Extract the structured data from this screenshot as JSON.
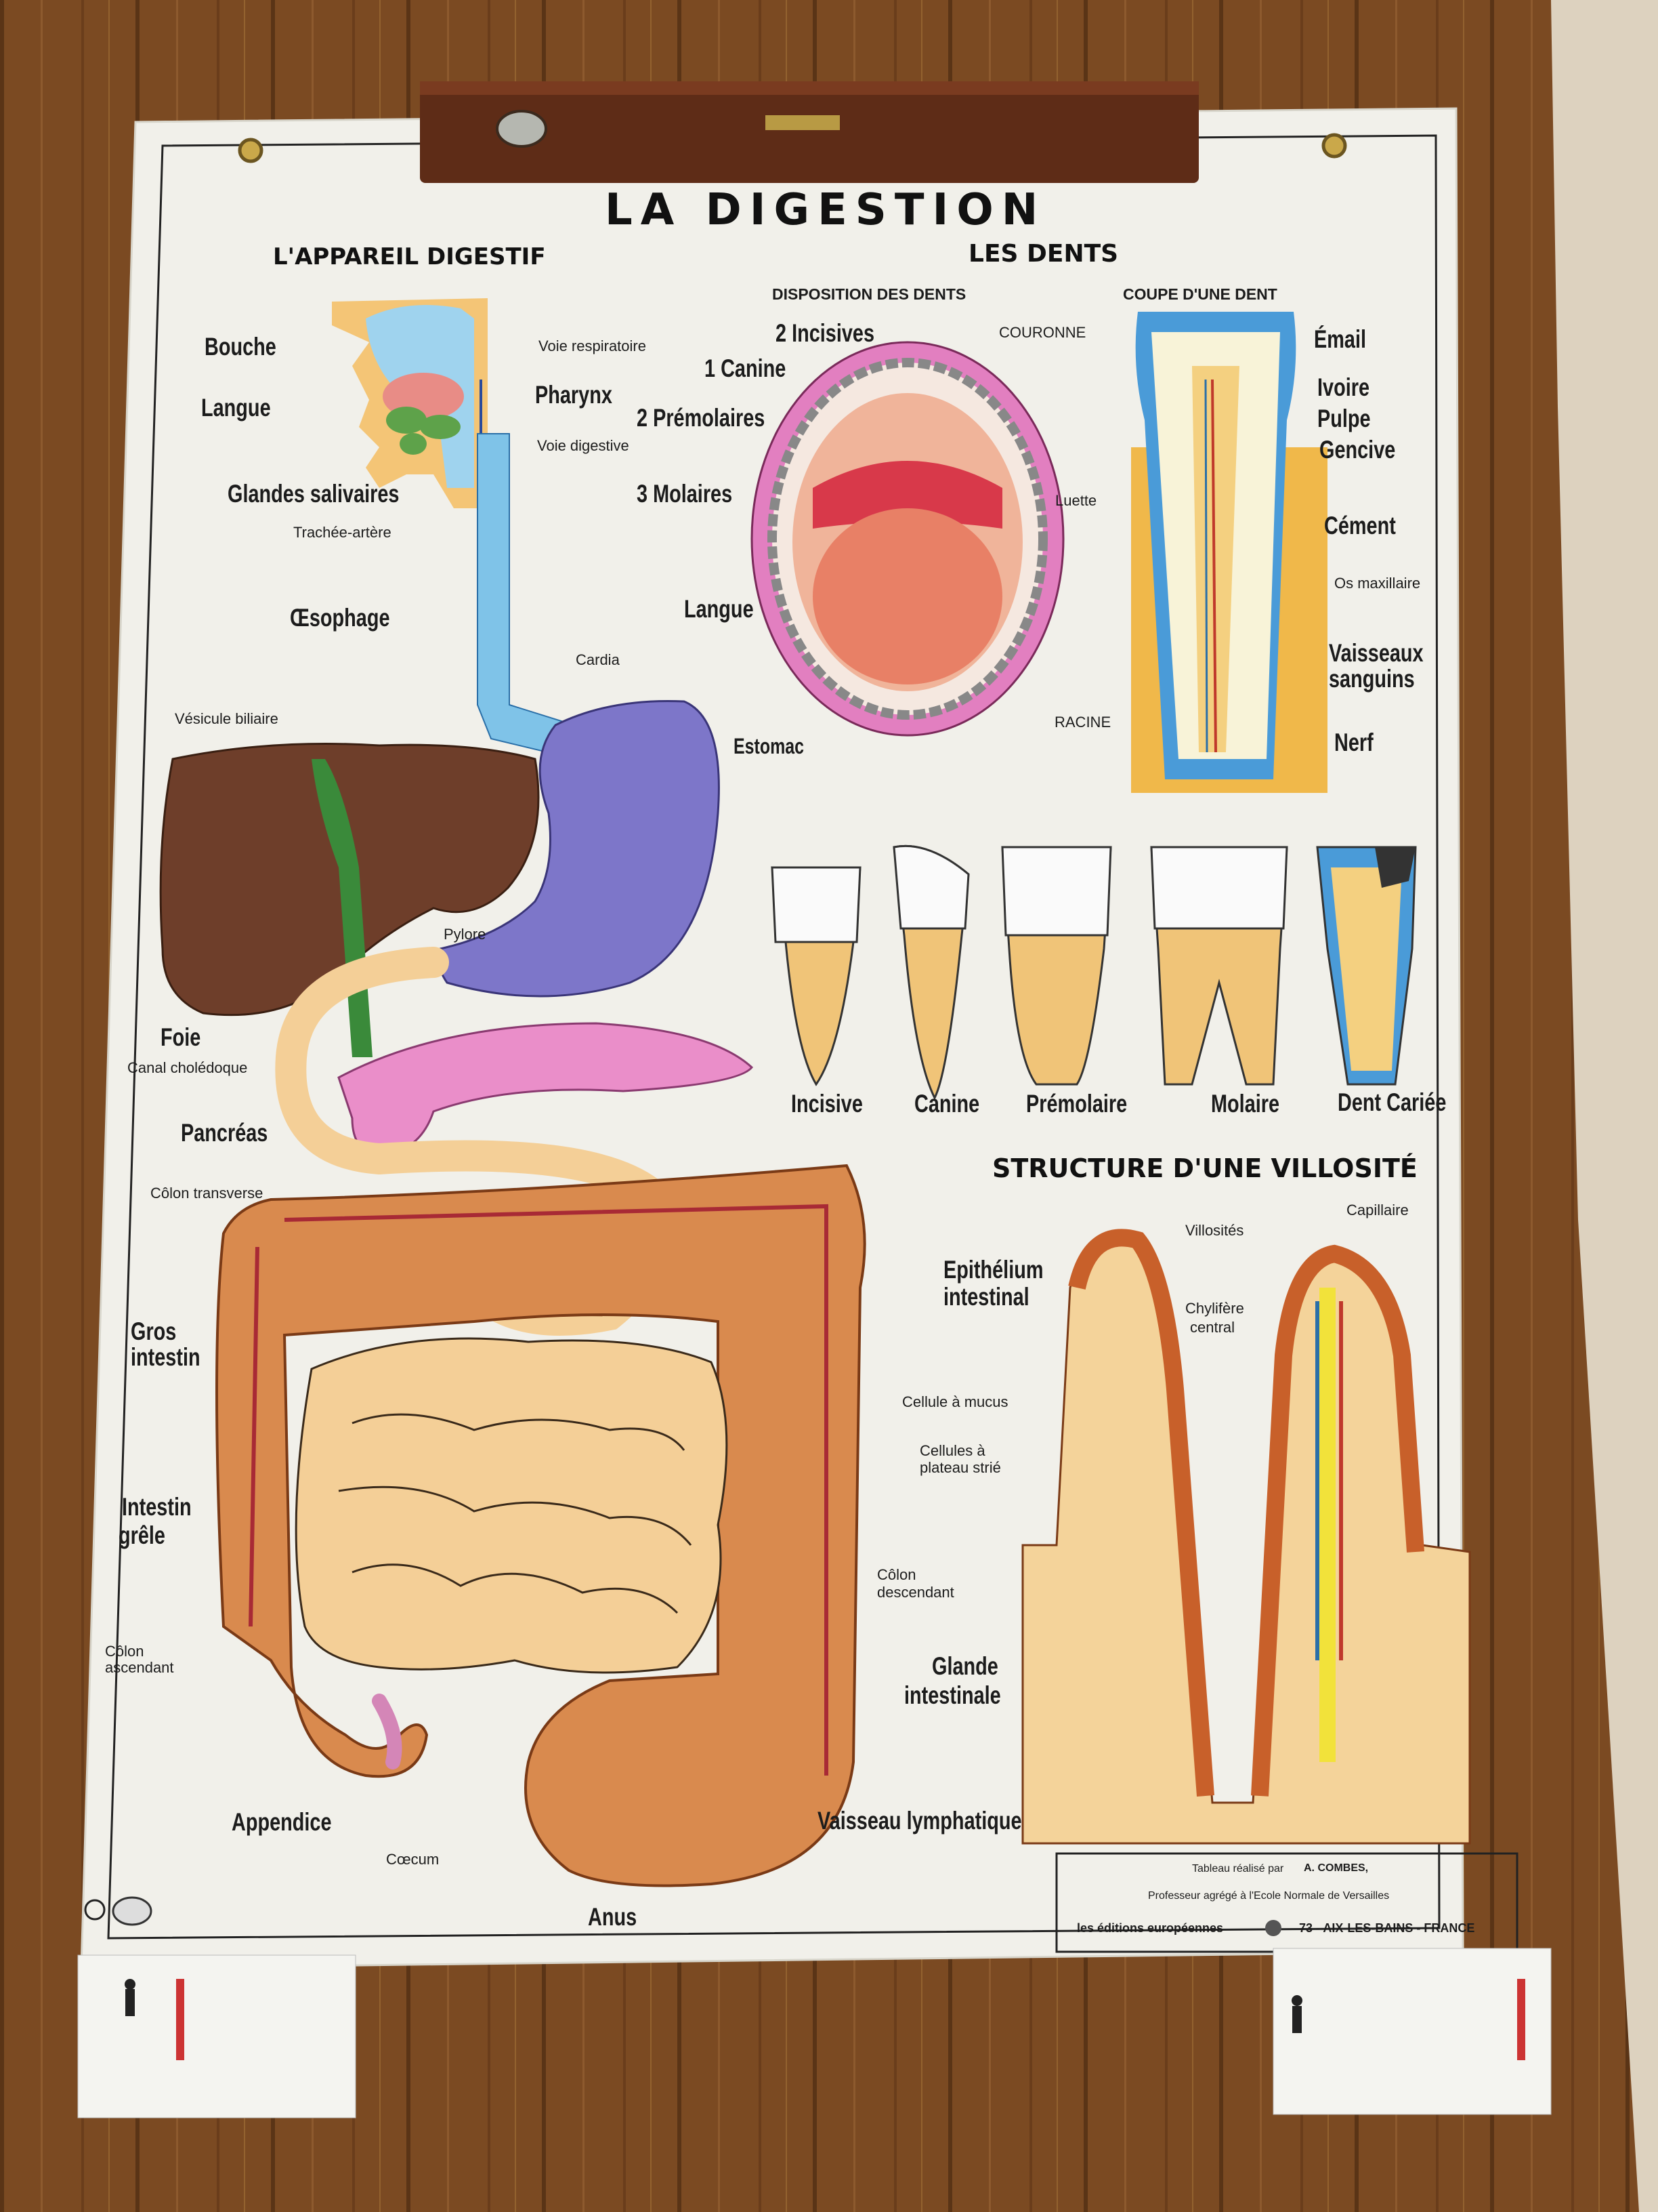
{
  "poster": {
    "title": "LA DIGESTION",
    "section_left": "L'APPAREIL DIGESTIF",
    "section_right": "LES DENTS",
    "sub_disposition": "DISPOSITION DES DENTS",
    "sub_coupe": "COUPE D'UNE DENT",
    "villi_title": "STRUCTURE D'UNE VILLOSITÉ",
    "digestive_labels": {
      "bouche": "Bouche",
      "langue": "Langue",
      "glandes": "Glandes salivaires",
      "trachee": "Trachée-artère",
      "voie_resp": "Voie respiratoire",
      "pharynx": "Pharynx",
      "voie_dig": "Voie digestive",
      "oesophage": "Œsophage",
      "cardia": "Cardia",
      "vesicule": "Vésicule biliaire",
      "estomac": "Estomac",
      "pylore": "Pylore",
      "foie": "Foie",
      "canal": "Canal cholédoque",
      "pancreas": "Pancréas",
      "colon_transverse": "Côlon transverse",
      "gros_intestin_1": "Gros",
      "gros_intestin_2": "intestin",
      "grele_1": "Intestin",
      "grele_2": "grêle",
      "colon_asc_1": "Côlon",
      "colon_asc_2": "ascendant",
      "colon_desc_1": "Côlon",
      "colon_desc_2": "descendant",
      "appendice": "Appendice",
      "caecum": "Cœcum",
      "anus": "Anus"
    },
    "teeth_labels": {
      "incisives": "2 Incisives",
      "canine": "1 Canine",
      "premolaires": "2 Prémolaires",
      "molaires": "3 Molaires",
      "luette": "Luette",
      "langue": "Langue",
      "couronne": "COURONNE",
      "email": "Émail",
      "ivoire": "Ivoire",
      "pulpe": "Pulpe",
      "gencive": "Gencive",
      "cement": "Cément",
      "os": "Os maxillaire",
      "vaisseaux_1": "Vaisseaux",
      "vaisseaux_2": "sanguins",
      "racine": "RACINE",
      "nerf": "Nerf"
    },
    "tooth_types": [
      "Incisive",
      "Canine",
      "Prémolaire",
      "Molaire",
      "Dent Cariée"
    ],
    "villi_labels": {
      "villosites": "Villosités",
      "capillaire": "Capillaire",
      "epith_1": "Epithélium",
      "epith_2": "intestinal",
      "chyl_1": "Chylifère",
      "chyl_2": "central",
      "mucus": "Cellule à mucus",
      "plateau_1": "Cellules à",
      "plateau_2": "plateau strié",
      "glande_1": "Glande",
      "glande_2": "intestinale",
      "vaisseau": "Vaisseau lymphatique"
    },
    "credits": {
      "line1_a": "Tableau réalisé par",
      "line1_b": "A. COMBES,",
      "line2": "Professeur agrégé à l'Ecole Normale de Versailles",
      "publisher": "les éditions européennes",
      "place": "73 - AIX-LES-BAINS - FRANCE"
    }
  },
  "colors": {
    "floor": "#7a4a24",
    "paper": "#f1f0ea",
    "liver": "#6e3e2a",
    "stomach": "#7d76c9",
    "colon": "#d98a4e",
    "small_intestine": "#f4cf97",
    "pancreas": "#ea8ec9",
    "esophagus": "#7fc3e8",
    "gums": "#e27fc0",
    "root": "#f0c478",
    "enamel": "#9fd3ee"
  }
}
